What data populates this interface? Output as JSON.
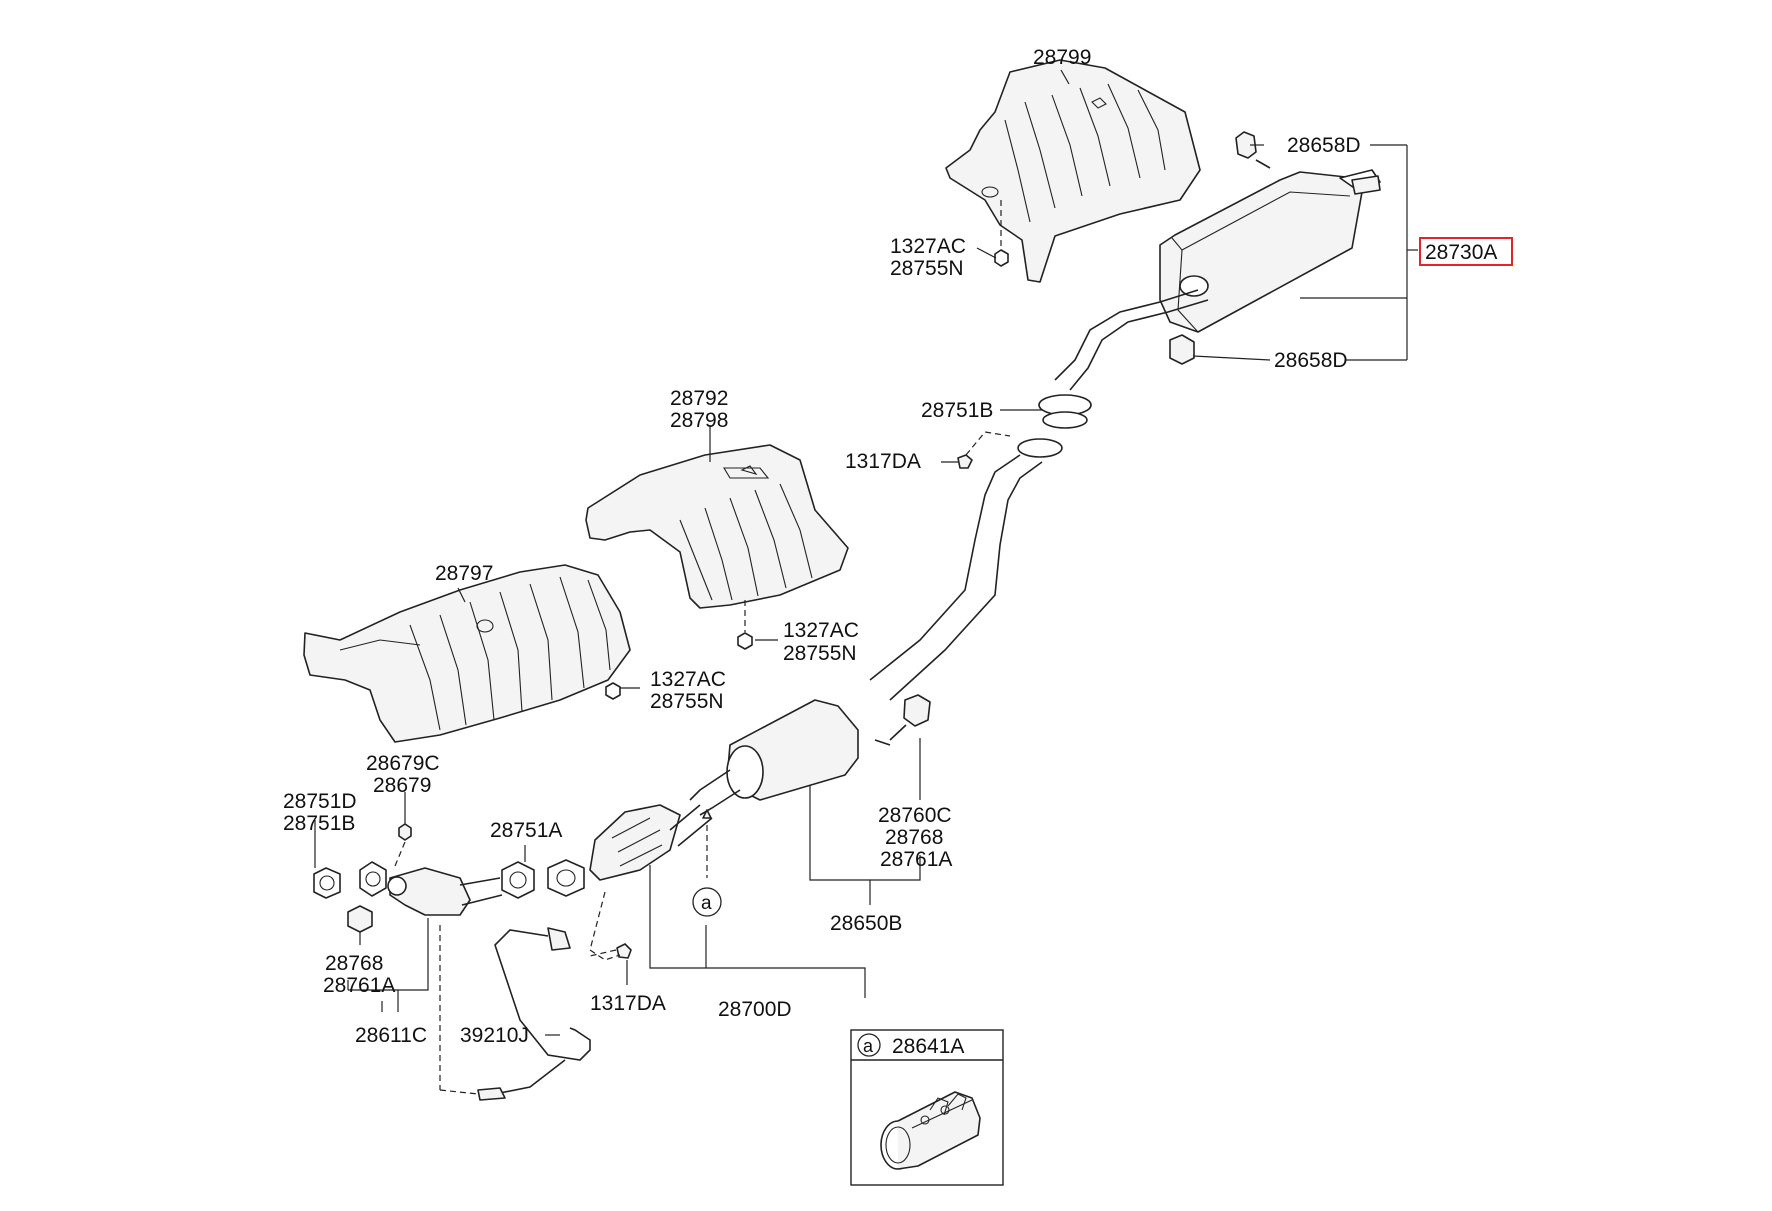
{
  "diagram": {
    "callouts": {
      "p28799": "28799",
      "p28658D_top": "28658D",
      "p28730A": "28730A",
      "p1327AC_top": "1327AC",
      "p28755N_top": "28755N",
      "p28658D_bottom": "28658D",
      "p28751B_mid": "28751B",
      "p1317DA_mid": "1317DA",
      "p28792": "28792",
      "p28798": "28798",
      "p28797": "28797",
      "p1327AC_mid": "1327AC",
      "p28755N_mid": "28755N",
      "p1327AC_low": "1327AC",
      "p28755N_low": "28755N",
      "p28679C": "28679C",
      "p28679": "28679",
      "p28751D": "28751D",
      "p28751B_left": "28751B",
      "p28751A": "28751A",
      "p28760C": "28760C",
      "p28768_right": "28768",
      "p28761A_right": "28761A",
      "p28768_left": "28768",
      "p28761A_left": "28761A",
      "p28650B": "28650B",
      "p1317DA_low": "1317DA",
      "p28700D": "28700D",
      "p28611C": "28611C",
      "p39210J": "39210J",
      "ref_a_main": "a"
    },
    "inset": {
      "ref_letter": "a",
      "part_number": "28641A"
    },
    "highlighted_part": "28730A",
    "highlight_color": "#e0262b"
  }
}
